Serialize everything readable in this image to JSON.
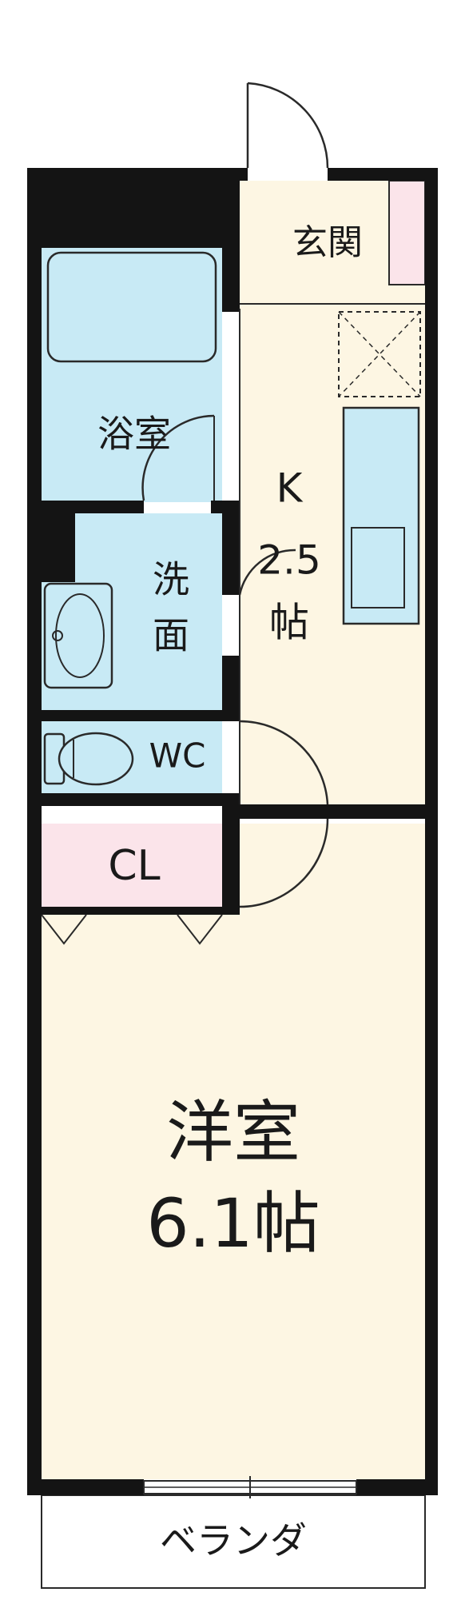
{
  "floor_plan": {
    "rooms": {
      "entrance": {
        "label": "玄関",
        "color": "#fdf6e3"
      },
      "bathroom": {
        "label": "浴室",
        "color": "#c8eaf5"
      },
      "washroom": {
        "label_line1": "洗",
        "label_line2": "面",
        "color": "#c8eaf5"
      },
      "toilet": {
        "label": "WC",
        "color": "#c8eaf5"
      },
      "kitchen": {
        "label_line1": "K",
        "label_line2": "2.5",
        "label_line3": "帖",
        "color": "#fdf6e3"
      },
      "closet": {
        "label": "CL",
        "color": "#fbe4ea"
      },
      "western_room": {
        "label_line1": "洋室",
        "label_line2": "6.1帖",
        "color": "#fdf6e3"
      },
      "veranda": {
        "label": "ベランダ",
        "color": "#ffffff"
      }
    },
    "colors": {
      "wall": "#141414",
      "wet_area": "#c8eaf5",
      "dry_area": "#fdf6e3",
      "storage": "#fbe4ea"
    }
  }
}
